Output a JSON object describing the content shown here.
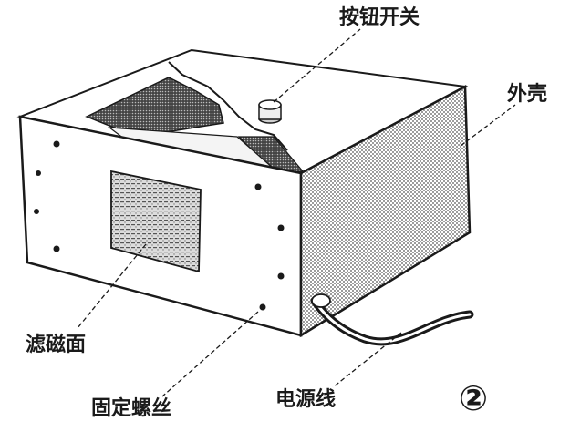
{
  "labels": {
    "button_switch": "按钮开关",
    "outer_shell": "外壳",
    "panel": "滤磁面",
    "fixing_screws": "固定螺丝",
    "power_cord": "电源线"
  },
  "figure_number": "②",
  "colors": {
    "ink": "#1a1a1a",
    "paper": "#ffffff",
    "shade": "#6e6e6e"
  }
}
